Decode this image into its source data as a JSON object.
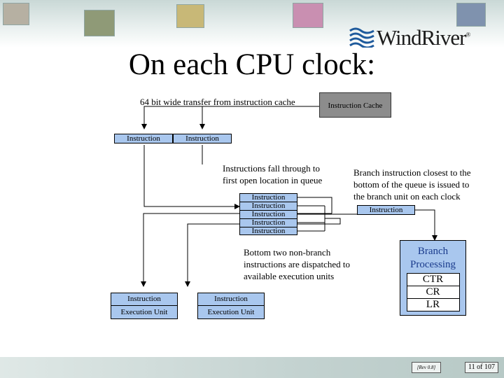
{
  "header": {
    "logo_text": "WindRiver",
    "logo_mark": "®",
    "title": "On each CPU clock:"
  },
  "diagram": {
    "transfer_label": "64 bit wide transfer from instruction cache",
    "cache_label": "Instruction Cache",
    "fetch_slots": [
      "Instruction",
      "Instruction"
    ],
    "fall_through_label": [
      "Instructions fall through to",
      "first open location in queue"
    ],
    "queue": [
      "Instruction",
      "Instruction",
      "Instruction",
      "Instruction",
      "Instruction"
    ],
    "branch_note": [
      "Branch instruction closest to the",
      "bottom of the queue is issued to",
      "the branch unit on each clock"
    ],
    "branch_instruction": "Instruction",
    "dispatch_note": [
      "Bottom two non-branch",
      "instructions are dispatched to",
      "available execution units"
    ],
    "execution_units": [
      {
        "instruction": "Instruction",
        "unit": "Execution Unit"
      },
      {
        "instruction": "Instruction",
        "unit": "Execution Unit"
      }
    ],
    "branch_processing": {
      "title": [
        "Branch",
        "Processing"
      ],
      "registers": [
        "CTR",
        "CR",
        "LR"
      ]
    }
  },
  "footer": {
    "revision": "[Rev 0.8]",
    "page": "11 of 107"
  },
  "colors": {
    "box_fill": "#a9c7ee",
    "cache_fill": "#8c8c8c",
    "branch_title": "#1a3b8c"
  }
}
